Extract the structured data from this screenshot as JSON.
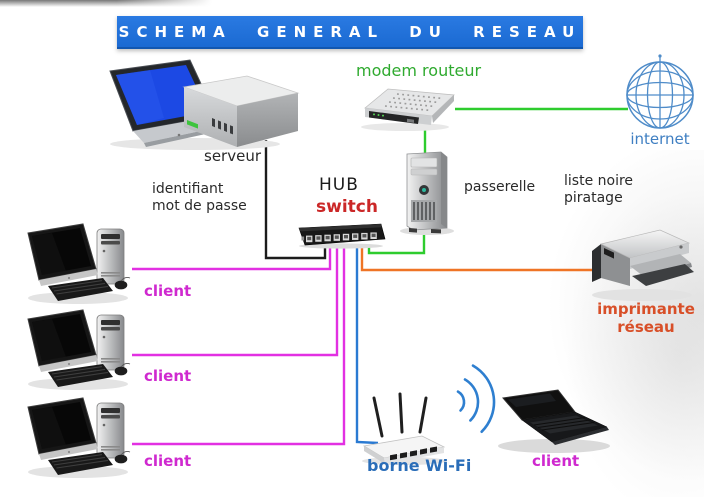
{
  "title": "SCHEMA GENERAL DU RESEAU",
  "labels": {
    "serveur": "serveur",
    "credentials_line1": "identifiant",
    "credentials_line2": "mot de passe",
    "modem": "modem routeur",
    "internet": "internet",
    "passerelle": "passerelle",
    "blacklist_line1": "liste noire",
    "blacklist_line2": "piratage",
    "hub": "HUB",
    "switch": "switch",
    "printer_line1": "imprimante",
    "printer_line2": "réseau",
    "client1": "client",
    "client2": "client",
    "client3": "client",
    "wifi": "borne Wi-Fi",
    "laptop_client": "client"
  },
  "colors": {
    "banner_bg": "#1b6ad2",
    "banner_text": "#ffffff",
    "line_black": "#1c1c1c",
    "line_magenta": "#e230e2",
    "line_blue": "#2a7ad2",
    "line_orange": "#ef7425",
    "line_green": "#2ecc2e",
    "label_green": "#2faa2f",
    "label_internet_blue": "#3f7fc2",
    "label_switch_red": "#cb2727",
    "label_client_magenta": "#cf29cf",
    "label_printer_orange": "#d84f28",
    "label_wifi_blue": "#2a6db8",
    "screen_blue": "#1c49e4"
  }
}
